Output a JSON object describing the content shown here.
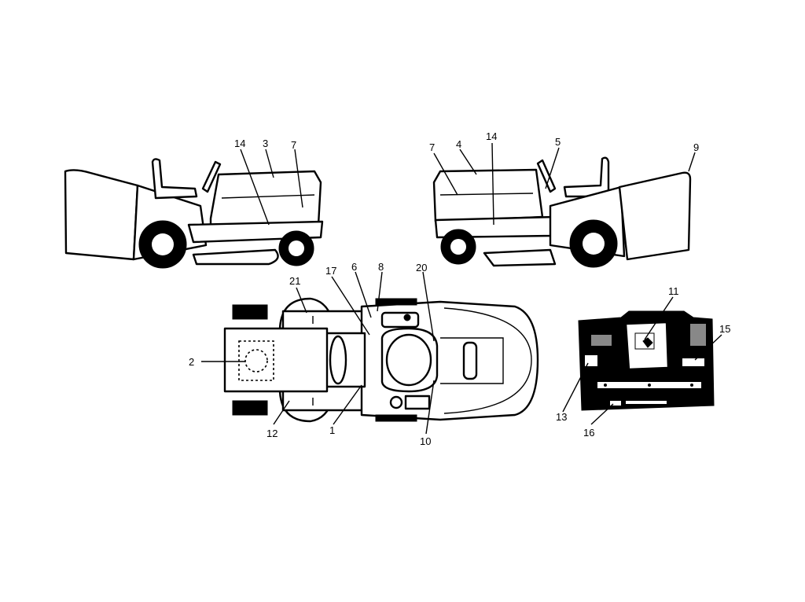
{
  "diagram": {
    "callouts": [
      {
        "id": "c1",
        "label": "1"
      },
      {
        "id": "c2",
        "label": "2"
      },
      {
        "id": "c3",
        "label": "3"
      },
      {
        "id": "c4",
        "label": "4"
      },
      {
        "id": "c5",
        "label": "5"
      },
      {
        "id": "c6",
        "label": "6"
      },
      {
        "id": "c7a",
        "label": "7"
      },
      {
        "id": "c7b",
        "label": "7"
      },
      {
        "id": "c8",
        "label": "8"
      },
      {
        "id": "c9",
        "label": "9"
      },
      {
        "id": "c10",
        "label": "10"
      },
      {
        "id": "c11",
        "label": "11"
      },
      {
        "id": "c12",
        "label": "12"
      },
      {
        "id": "c13",
        "label": "13"
      },
      {
        "id": "c14a",
        "label": "14"
      },
      {
        "id": "c14b",
        "label": "14"
      },
      {
        "id": "c15",
        "label": "15"
      },
      {
        "id": "c16",
        "label": "16"
      },
      {
        "id": "c17",
        "label": "17"
      },
      {
        "id": "c20",
        "label": "20"
      },
      {
        "id": "c21",
        "label": "21"
      }
    ]
  }
}
